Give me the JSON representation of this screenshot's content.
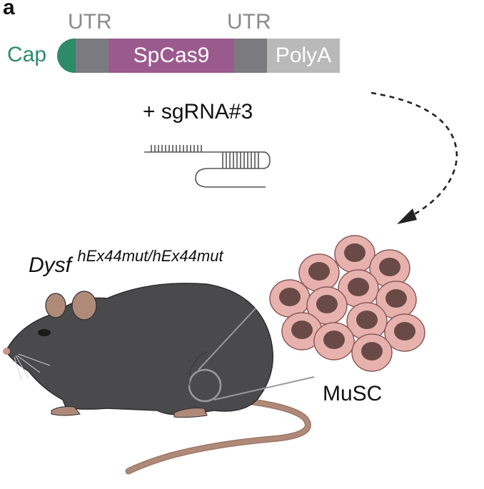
{
  "panel_label": "a",
  "construct": {
    "cap": "Cap",
    "utr_5": "UTR",
    "cds": "SpCas9",
    "utr_3": "UTR",
    "polya": "PolyA",
    "colors": {
      "cap": "#2e8b6a",
      "utr": "#7b7b7f",
      "cds": "#9b5a8e",
      "polya": "#b9b9b9"
    }
  },
  "sgrna": {
    "label": "+  sgRNA#3"
  },
  "mouse": {
    "genotype_base": "Dysf",
    "genotype_sup": "hEx44mut/hEx44mut",
    "body_color": "#4a4a4c",
    "ear_tail_color": "#b08a78"
  },
  "cells": {
    "label": "MuSC",
    "cytoplasm_color": "#e7b2ae",
    "nucleus_color": "#6a4a46"
  }
}
